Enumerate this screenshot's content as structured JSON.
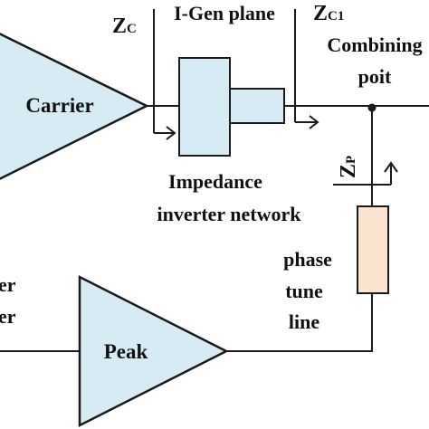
{
  "amplifiers": {
    "carrier": {
      "label": "Carrier"
    },
    "peak": {
      "label": "Peak"
    }
  },
  "impedance_labels": {
    "zc": {
      "main": "Z",
      "sub": "C"
    },
    "zc1": {
      "main": "Z",
      "sub": "C1"
    },
    "zp": {
      "main": "Z",
      "sub": "P"
    }
  },
  "plane_label": "I-Gen plane",
  "combining_point": {
    "line1": "Combining",
    "line2": "poit"
  },
  "impedance_inverter": {
    "line1": "Impedance",
    "line2": "inverter network"
  },
  "phase_tune_line": {
    "line1": "phase",
    "line2": "tune",
    "line3": "line"
  },
  "left_fragments": {
    "line1": "er",
    "line2": "er"
  },
  "colors": {
    "triangle_fill": "#d6ebf3",
    "box_fill": "#d6ebf3",
    "tune_fill": "#fae3cf",
    "stroke": "#1a1a1a"
  }
}
